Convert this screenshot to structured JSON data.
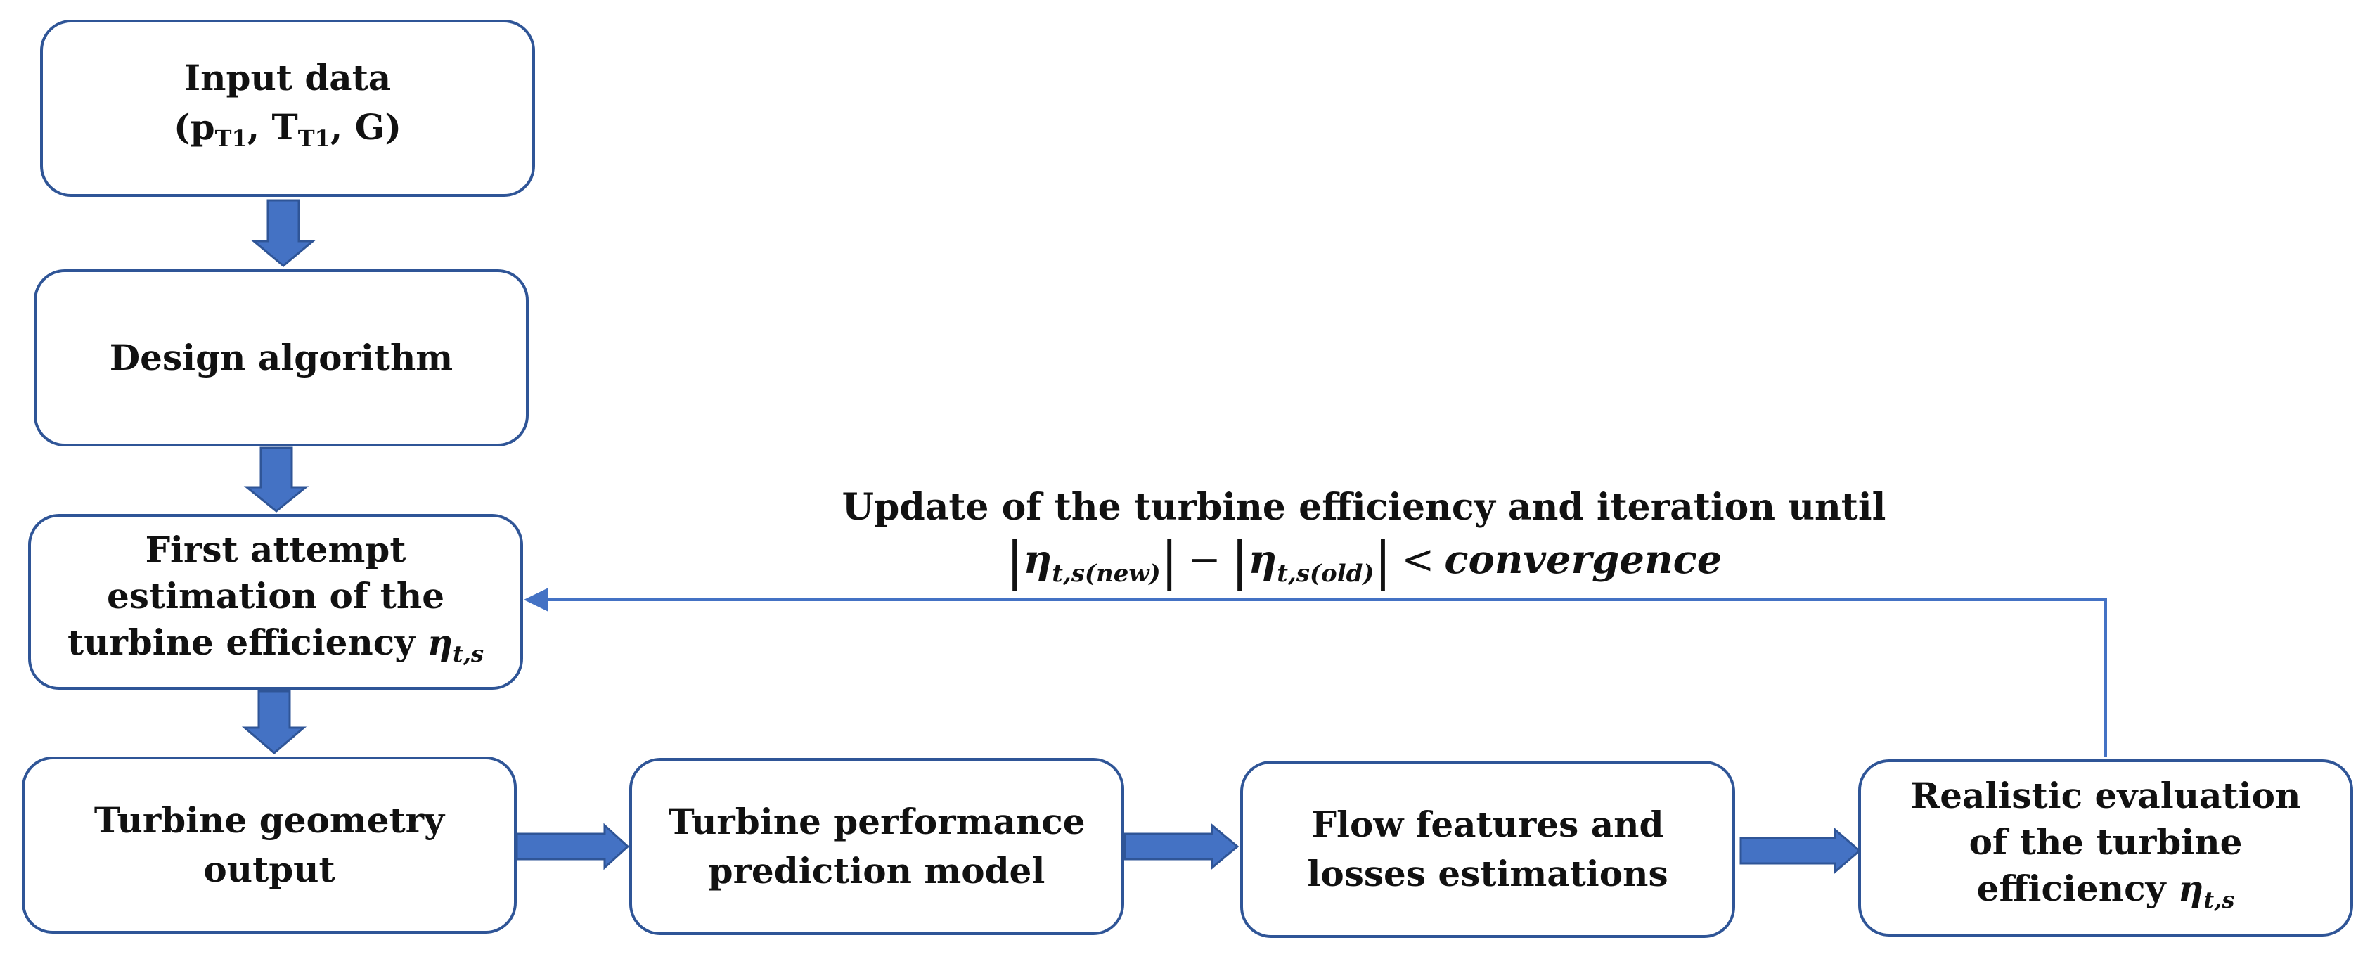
{
  "nodes": {
    "input": {
      "line1": "Input data",
      "line2_open": "(p",
      "sub1": "T1",
      "line2_mid": ", T",
      "sub2": "T1",
      "line2_close": ", G)"
    },
    "design": {
      "label": "Design algorithm"
    },
    "first_attempt": {
      "line1": "First attempt",
      "line2": "estimation of the",
      "line3": "turbine efficiency",
      "eta": "η",
      "eta_sub": "t,s"
    },
    "geometry": {
      "line1": "Turbine geometry",
      "line2": "output"
    },
    "performance": {
      "line1": "Turbine performance",
      "line2": "prediction model"
    },
    "flow": {
      "line1": "Flow features and",
      "line2": "losses estimations"
    },
    "realistic": {
      "line1": "Realistic evaluation",
      "line2": "of the turbine",
      "line3": "efficiency",
      "eta": "η",
      "eta_sub": "t,s"
    }
  },
  "feedback": {
    "text": "Update of the turbine efficiency and iteration until",
    "bar": "|",
    "eta": "η",
    "sub_new": "t,s(new)",
    "minus": "−",
    "sub_old": "t,s(old)",
    "lt": "<",
    "convergence": "convergence"
  },
  "colors": {
    "box_border": "#2F5597",
    "arrow_fill": "#4472C4",
    "arrow_stroke": "#2F5597",
    "line": "#4472C4"
  }
}
